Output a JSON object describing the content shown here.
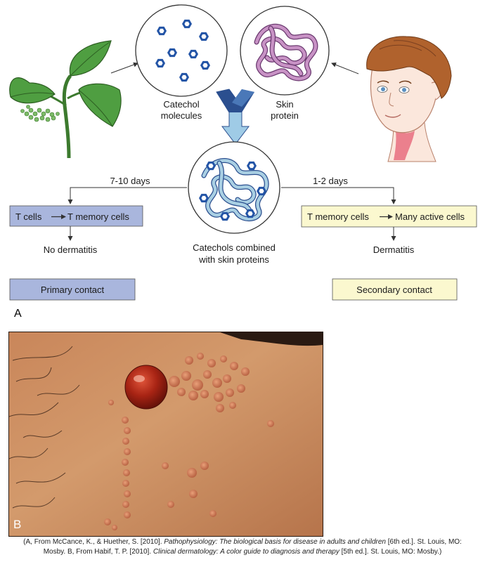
{
  "panel_a": {
    "letter": "A",
    "catechol_label": [
      "Catechol",
      "molecules"
    ],
    "skin_protein_label": [
      "Skin",
      "protein"
    ],
    "combined_label": [
      "Catechols combined",
      "with skin proteins"
    ],
    "left_path": {
      "interval": "7-10 days",
      "from": "T cells",
      "to": "T memory cells",
      "outcome": "No dermatitis",
      "contact_type": "Primary contact"
    },
    "right_path": {
      "interval": "1-2 days",
      "from": "T memory cells",
      "to": "Many active cells",
      "outcome": "Dermatitis",
      "contact_type": "Secondary contact"
    }
  },
  "panel_b": {
    "letter": "B"
  },
  "caption": {
    "a_prefix": "(A, From McCance, K., & Huether, S. [2010]. ",
    "a_title": "Pathophysiology: The biological basis for disease in adults and children",
    "a_suffix": " [6th ed.]. St. Louis, MO:",
    "b_prefix": "Mosby. B, From Habif, T. P. [2010]. ",
    "b_title": "Clinical dermatology: A color guide to diagnosis and therapy",
    "b_suffix": " [5th ed.]. St. Louis, MO: Mosby.)"
  },
  "colors": {
    "primary_box": "#a9b6dd",
    "secondary_box": "#fbf8cf",
    "hexagon": "#2354a6",
    "protein_strand": "#b980b7",
    "combined_strand": "#a9cfe3",
    "arrow_dark": "#2b4f8f",
    "arrow_light": "#9fcbe6",
    "leaf": "#4f9e41",
    "skin": "#fbe7dc",
    "hair": "#b0622d",
    "rash": "#e86d7f"
  }
}
